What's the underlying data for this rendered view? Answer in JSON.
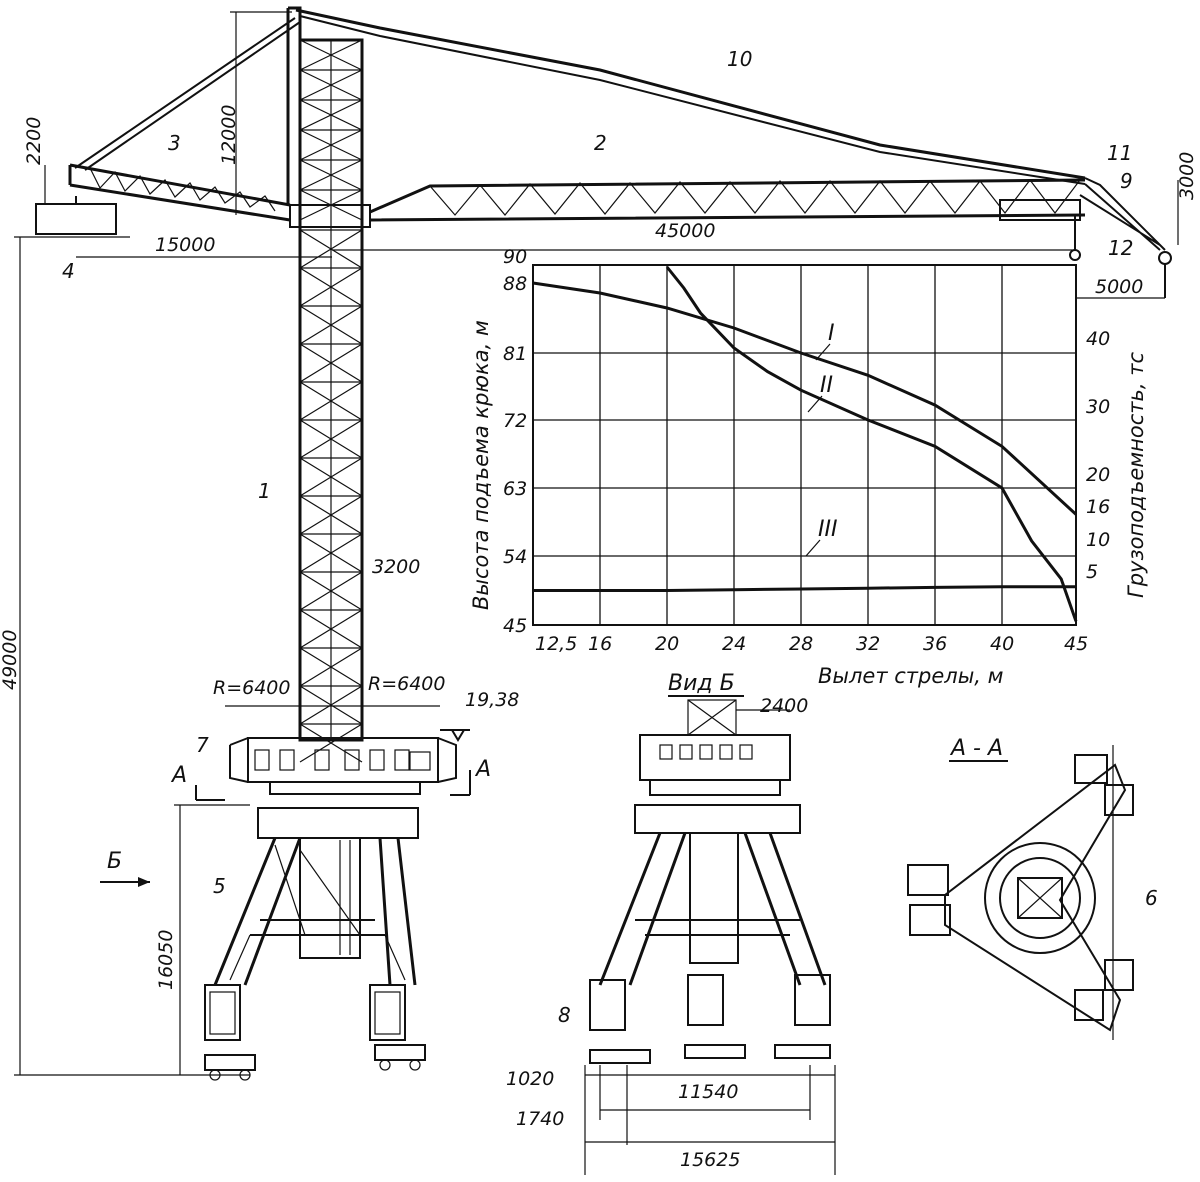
{
  "part_labels": {
    "p1": "1",
    "p2": "2",
    "p3": "3",
    "p4": "4",
    "p5": "5",
    "p6": "6",
    "p7": "7",
    "p8": "8",
    "p9": "9",
    "p10": "10",
    "p11": "11",
    "p12": "12"
  },
  "dimensions": {
    "d2200": "2200",
    "d12000": "12000",
    "d15000": "15000",
    "d45000": "45000",
    "d3000": "3000",
    "d5000": "5000",
    "d49000": "49000",
    "d3200": "3200",
    "r_left": "R=6400",
    "r_right": "R=6400",
    "elev": "19,38",
    "d16050": "16050",
    "d2400": "2400",
    "d1020": "1020",
    "d11540": "11540",
    "d1740": "1740",
    "d15625": "15625"
  },
  "section_labels": {
    "a_left": "A",
    "a_right": "A",
    "b_arrow": "Б",
    "view_b": "Вид Б",
    "section_aa": "A - A"
  },
  "chart_data": {
    "type": "line",
    "xlabel": "Вылет стрелы, м",
    "ylabel_left": "Высота подъема крюка, м",
    "ylabel_right": "Грузоподъемность, тс",
    "x_ticks": [
      "12,5",
      "16",
      "20",
      "24",
      "28",
      "32",
      "36",
      "40",
      "45"
    ],
    "y_left_ticks": [
      "45",
      "54",
      "63",
      "72",
      "81",
      "88",
      "90"
    ],
    "y_right_ticks": [
      "5",
      "10",
      "16",
      "20",
      "30",
      "40"
    ],
    "xlim": [
      12.5,
      45
    ],
    "ylim_left": [
      45,
      90
    ],
    "series": [
      {
        "name": "I",
        "axis": "left",
        "x": [
          12.5,
          16,
          20,
          24,
          28,
          32,
          36,
          40,
          45
        ],
        "y": [
          88,
          87,
          85.5,
          83.5,
          81,
          78,
          74,
          68.5,
          59.5
        ]
      },
      {
        "name": "II",
        "axis": "left",
        "x": [
          20,
          21,
          22,
          24,
          26,
          28,
          32,
          36,
          40,
          42,
          44,
          45
        ],
        "y": [
          90,
          87.5,
          85,
          81.5,
          78.5,
          76,
          72,
          68.5,
          63,
          56,
          51,
          45.5
        ]
      },
      {
        "name": "III",
        "axis": "left",
        "x": [
          12.5,
          16,
          20,
          24,
          28,
          32,
          36,
          40,
          45
        ],
        "y": [
          49.5,
          49.5,
          49.5,
          49.6,
          49.7,
          49.8,
          49.9,
          50,
          50
        ]
      }
    ]
  }
}
